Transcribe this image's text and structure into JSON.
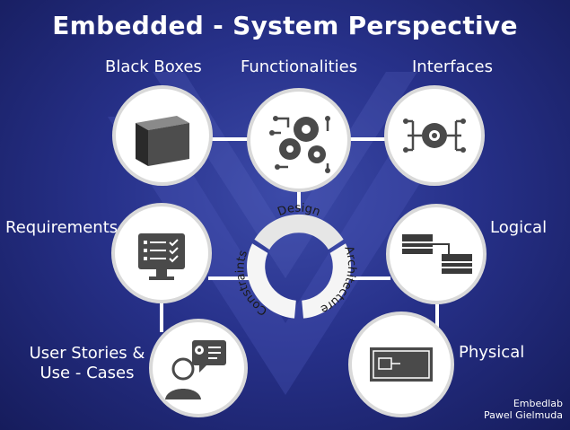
{
  "title": "Embedded - System Perspective",
  "nodes": {
    "black_boxes": {
      "label": "Black Boxes",
      "icon": "cube-icon"
    },
    "functionalities": {
      "label": "Functionalities",
      "icon": "gears-circuit-icon"
    },
    "interfaces": {
      "label": "Interfaces",
      "icon": "gear-connectors-icon"
    },
    "requirements": {
      "label": "Requirements",
      "icon": "monitor-checklist-icon"
    },
    "logical": {
      "label": "Logical",
      "icon": "block-diagram-icon"
    },
    "user_stories": {
      "label_line1": "User Stories &",
      "label_line2": "Use - Cases",
      "icon": "user-speech-icon"
    },
    "physical": {
      "label": "Physical",
      "icon": "hardware-board-icon"
    }
  },
  "ring": {
    "design": "Design",
    "architecture": "Architecture",
    "constraints": "Constraints"
  },
  "credit": {
    "line1": "Embedlab",
    "line2": "Pawel Gielmuda"
  },
  "colors": {
    "background": "#27318a",
    "circle_fill": "#ffffff",
    "ring": "#f1f1f1",
    "icon": "#3a3a3a"
  }
}
